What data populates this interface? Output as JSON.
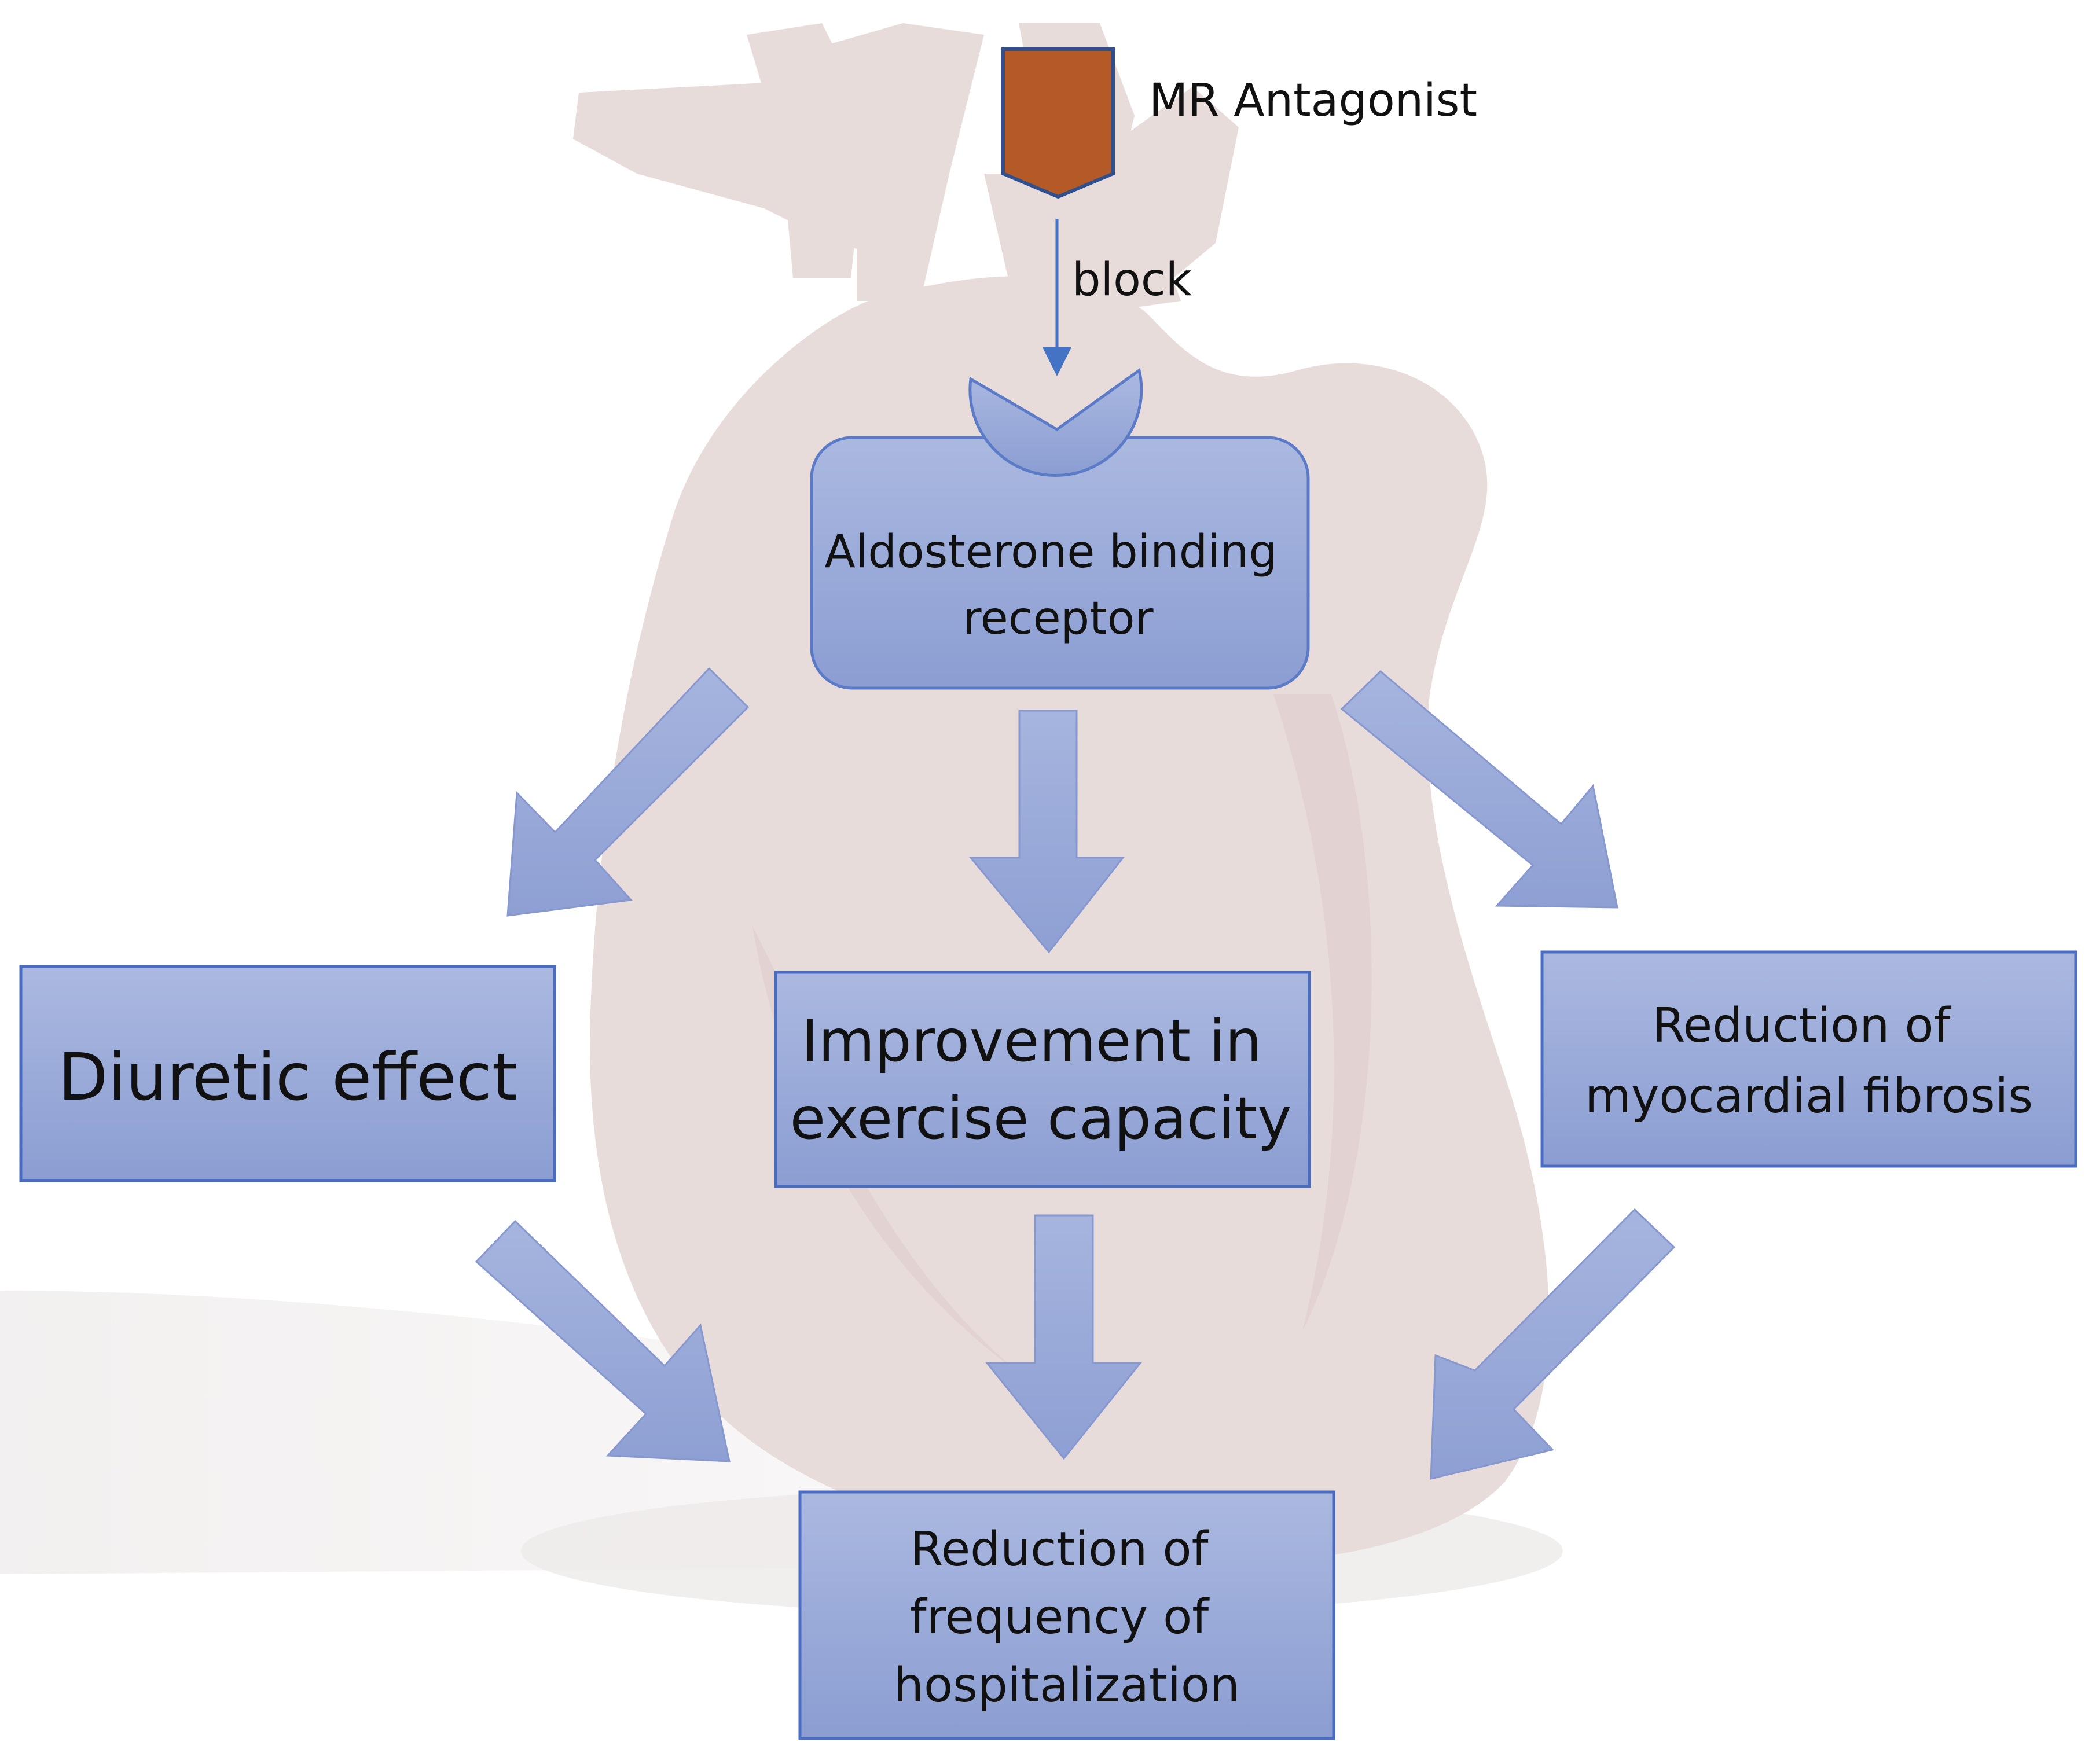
{
  "labels": {
    "antagonist": "MR Antagonist",
    "block": "block",
    "receptor": [
      "Aldosterone binding",
      "receptor"
    ],
    "diuretic": [
      "Diuretic effect"
    ],
    "exercise": [
      "Improvement in",
      "exercise capacity"
    ],
    "fibrosis": [
      "Reduction of",
      "myocardial fibrosis"
    ],
    "hospitalization": [
      "Reduction of",
      "frequency of",
      "hospitalization"
    ]
  },
  "colors": {
    "antagonist_fill": "#B35A27",
    "box_fill_top": "#A9B7DE",
    "box_fill_bottom": "#8D9FD3",
    "box_stroke": "#4A6CC1",
    "arrow_fill": "#97A8D8",
    "heart_tint": "#E7DAD9",
    "connector": "#4472C4"
  },
  "icons": {
    "background": "heart-silhouette-icon",
    "antagonist": "pentagon-drug-icon",
    "receptor_site": "receptor-cup-icon"
  }
}
